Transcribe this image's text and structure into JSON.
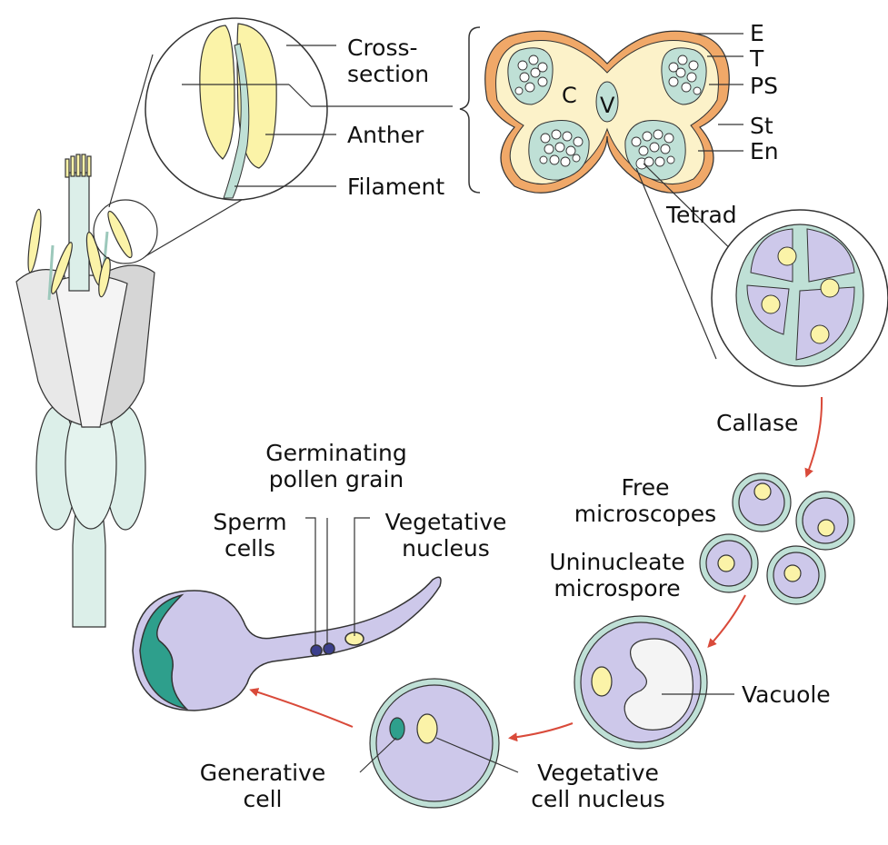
{
  "labels": {
    "cross_section": "Cross-\nsection",
    "anther": "Anther",
    "filament": "Filament",
    "E": "E",
    "T": "T",
    "PS": "PS",
    "St": "St",
    "En": "En",
    "C": "C",
    "V": "V",
    "tetrad": "Tetrad",
    "callase": "Callase",
    "free_microscopes": "Free\nmicroscopes",
    "uninucleate_microspore": "Uninucleate\nmicrospore",
    "vacuole": "Vacuole",
    "vegetative_cell_nucleus": "Vegetative\ncell nucleus",
    "generative_cell": "Generative\ncell",
    "germinating_pollen_grain": "Germinating\npollen grain",
    "sperm_cells": "Sperm\ncells",
    "vegetative_nucleus": "Vegetative\nnucleus"
  },
  "colors": {
    "anther_yellow": "#fbf3a8",
    "wall_orange": "#f0a868",
    "cell_lavender": "#cdc8ea",
    "cell_wall_teal": "#bfe0d6",
    "flower_mint": "#dcefe9",
    "arrow_red": "#d94a3a"
  }
}
